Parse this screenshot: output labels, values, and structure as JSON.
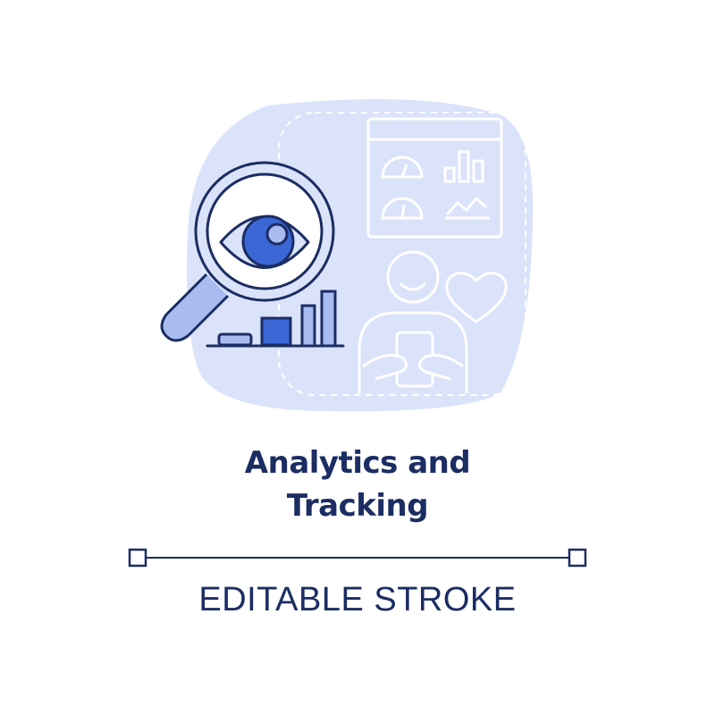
{
  "title": {
    "line1": "Analytics and",
    "line2": "Tracking"
  },
  "caption": "EDITABLE STROKE",
  "icons": {
    "magnifier": "magnifier-eye-icon",
    "bar_chart": "bar-chart-icon",
    "dashboard": "dashboard-panel-icon",
    "person": "person-with-phone-icon",
    "heart": "heart-icon"
  },
  "colors": {
    "stroke": "#1b2d63",
    "stroke_light": "#ffffff",
    "fill_light": "#dbe3fb",
    "fill_mid": "#a9bcf2",
    "fill_accent": "#3b67d6",
    "text": "#1b2d63"
  }
}
